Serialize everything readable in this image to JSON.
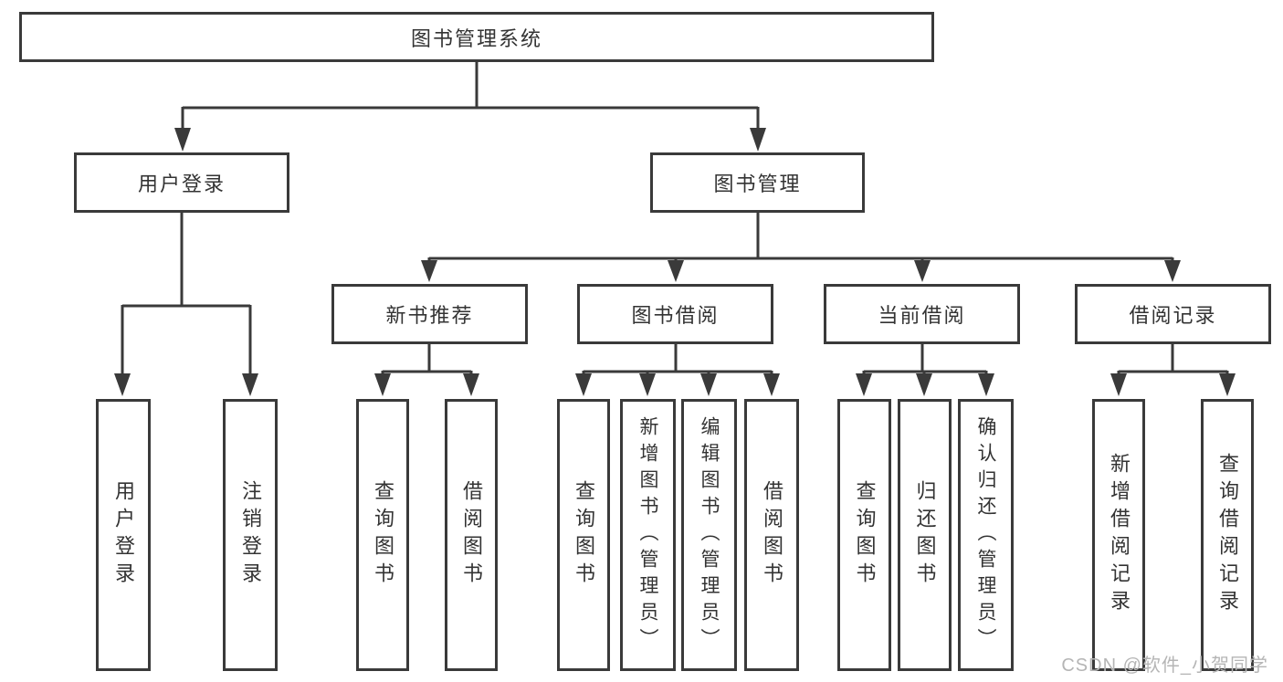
{
  "diagram": {
    "root": {
      "label": "图书管理系统",
      "children": [
        {
          "label": "用户登录",
          "children": [
            {
              "label": "用户登录"
            },
            {
              "label": "注销登录"
            }
          ]
        },
        {
          "label": "图书管理",
          "children": [
            {
              "label": "新书推荐",
              "children": [
                {
                  "label": "查询图书"
                },
                {
                  "label": "借阅图书"
                }
              ]
            },
            {
              "label": "图书借阅",
              "children": [
                {
                  "label": "查询图书"
                },
                {
                  "label": "新增图书（管理员）"
                },
                {
                  "label": "编辑图书（管理员）"
                },
                {
                  "label": "借阅图书"
                }
              ]
            },
            {
              "label": "当前借阅",
              "children": [
                {
                  "label": "查询图书"
                },
                {
                  "label": "归还图书"
                },
                {
                  "label": "确认归还（管理员）"
                }
              ]
            },
            {
              "label": "借阅记录",
              "children": [
                {
                  "label": "新增借阅记录"
                },
                {
                  "label": "查询借阅记录"
                }
              ]
            }
          ]
        }
      ]
    }
  },
  "watermark": {
    "text": "CSDN @软件_小贺同学"
  },
  "colors": {
    "line": "#3a3a3a",
    "text": "#333333",
    "watermark": "#b5b5b5",
    "background": "#ffffff"
  }
}
